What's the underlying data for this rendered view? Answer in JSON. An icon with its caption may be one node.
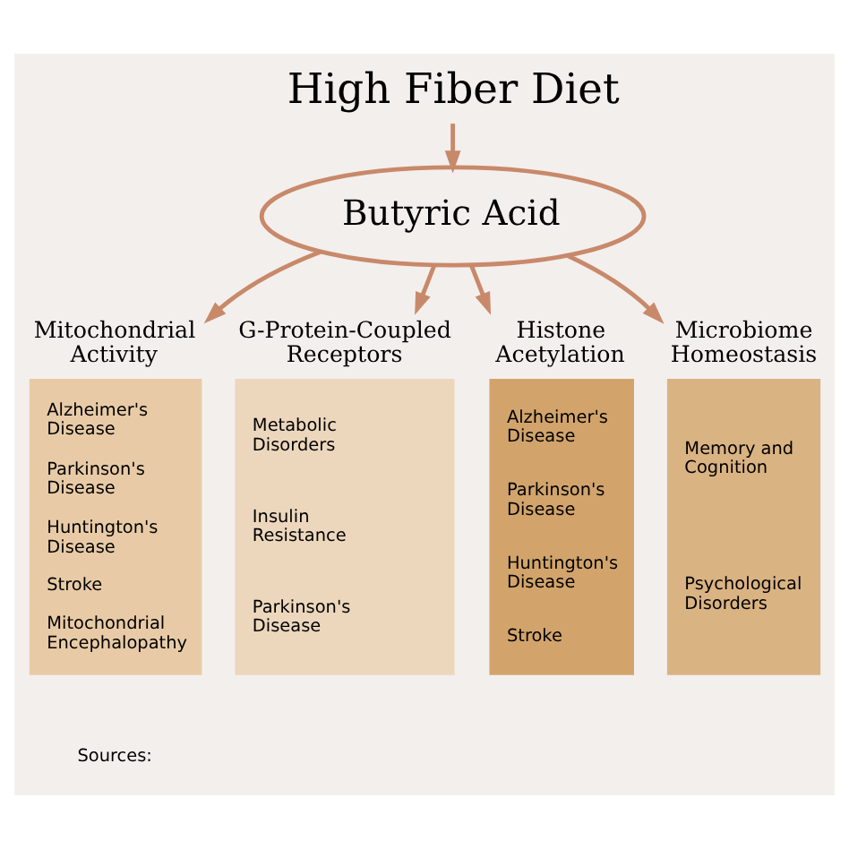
{
  "diagram": {
    "nodes": [
      {
        "text": [
          "High Fiber Diet"
        ]
      },
      {
        "text": [
          "Butyric Acid"
        ]
      },
      {
        "text": [
          "Mitochondrial Activity",
          "Alzheimer's Disease",
          "Parkinson's Disease",
          "Huntington's Disease",
          "Stroke",
          "Mitochondrial Encephalopathy"
        ]
      },
      {
        "text": [
          "G-Protein-Coupled Receptors",
          "Metabolic Disorders",
          "Insulin Resistance",
          "Parkinson's Disease"
        ]
      },
      {
        "text": [
          "Histone Acetylation",
          "Alzheimer's Disease",
          "Parkinson's Disease",
          "Huntington's Disease",
          "Stroke"
        ]
      },
      {
        "text": [
          "Microbiome Homeostasis",
          "Memory and Cognition",
          "Psychological Disorders"
        ]
      }
    ],
    "edges": [
      {
        "from": 0,
        "to": 1,
        "arrow": "to"
      },
      {
        "from": 1,
        "to": 2,
        "arrow": "to"
      },
      {
        "from": 1,
        "to": 3,
        "arrow": "to"
      },
      {
        "from": 1,
        "to": 4,
        "arrow": "to"
      },
      {
        "from": 1,
        "to": 5,
        "arrow": "to"
      }
    ],
    "labels": [
      "Sources:"
    ]
  }
}
